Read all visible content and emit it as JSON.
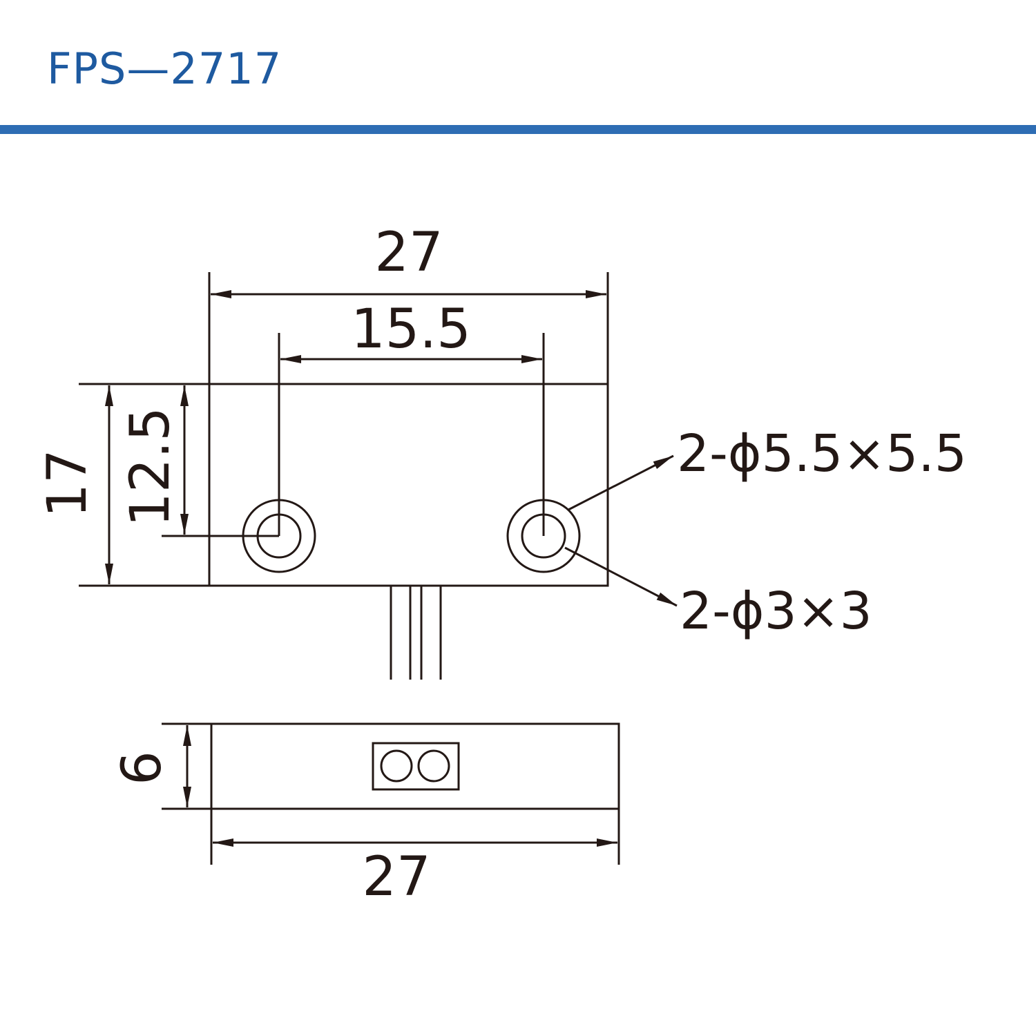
{
  "header": {
    "title": "FPS—2717",
    "title_color": "#1e5aa0",
    "rule_color": "#2e6db4"
  },
  "drawing": {
    "line_color": "#231815",
    "top_view": {
      "overall_width": "27",
      "hole_spacing": "15.5",
      "overall_height": "17",
      "hole_offset": "12.5",
      "callout_counterbore": "2-ϕ5.5×5.5",
      "callout_hole": "2-ϕ3×3"
    },
    "side_view": {
      "thickness": "6",
      "width": "27"
    }
  }
}
